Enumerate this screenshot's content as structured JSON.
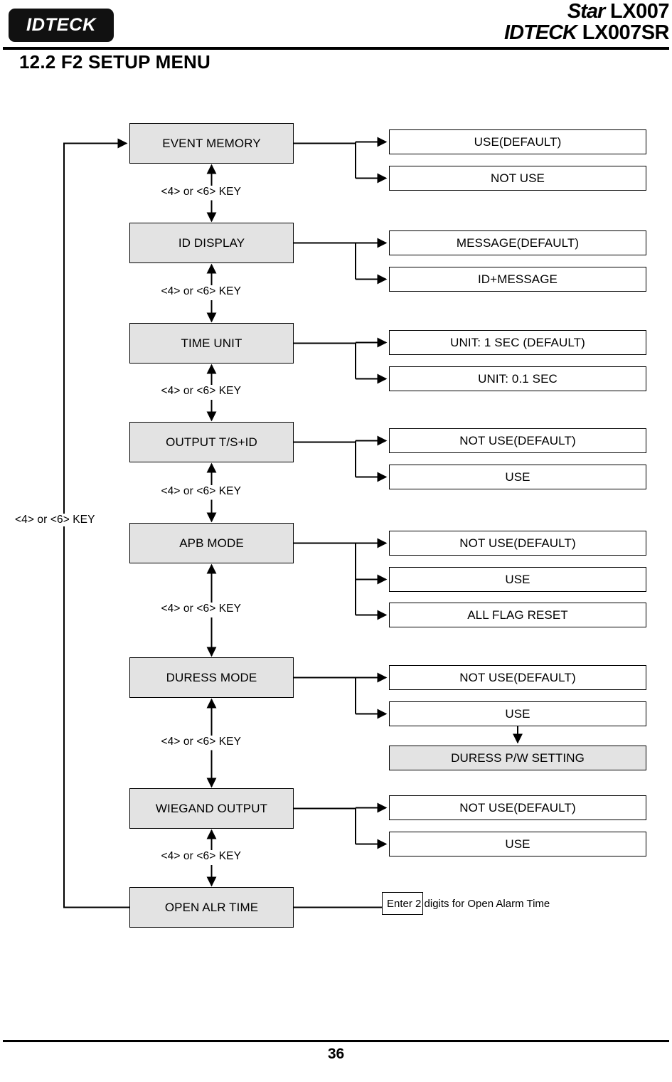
{
  "header": {
    "logo_text": "IDTECK",
    "product_lines": [
      {
        "brand": "Star",
        "model": "LX007"
      },
      {
        "brand": "IDTECK",
        "model": "LX007SR"
      }
    ]
  },
  "section": {
    "title": "12.2 F2 SETUP MENU"
  },
  "diagram": {
    "key_label": "<4> or <6> KEY",
    "outer_loop_label": "<4> or <6> KEY",
    "menu_items": [
      {
        "label": "EVENT MEMORY",
        "options": [
          "USE(DEFAULT)",
          "NOT USE"
        ]
      },
      {
        "label": "ID DISPLAY",
        "options": [
          "MESSAGE(DEFAULT)",
          "ID+MESSAGE"
        ]
      },
      {
        "label": "TIME UNIT",
        "options": [
          "UNIT: 1 SEC (DEFAULT)",
          "UNIT: 0.1 SEC"
        ]
      },
      {
        "label": "OUTPUT T/S+ID",
        "options": [
          "NOT USE(DEFAULT)",
          "USE"
        ]
      },
      {
        "label": "APB MODE",
        "options": [
          "NOT USE(DEFAULT)",
          "USE",
          "ALL FLAG RESET"
        ]
      },
      {
        "label": "DURESS MODE",
        "options": [
          "NOT USE(DEFAULT)",
          "USE"
        ],
        "sub": "DURESS P/W SETTING"
      },
      {
        "label": "WIEGAND OUTPUT",
        "options": [
          "NOT USE(DEFAULT)",
          "USE"
        ]
      },
      {
        "label": "OPEN ALR TIME",
        "options": [],
        "note": "Enter 2 digits for Open Alarm Time"
      }
    ]
  },
  "footer": {
    "page_number": "36"
  }
}
